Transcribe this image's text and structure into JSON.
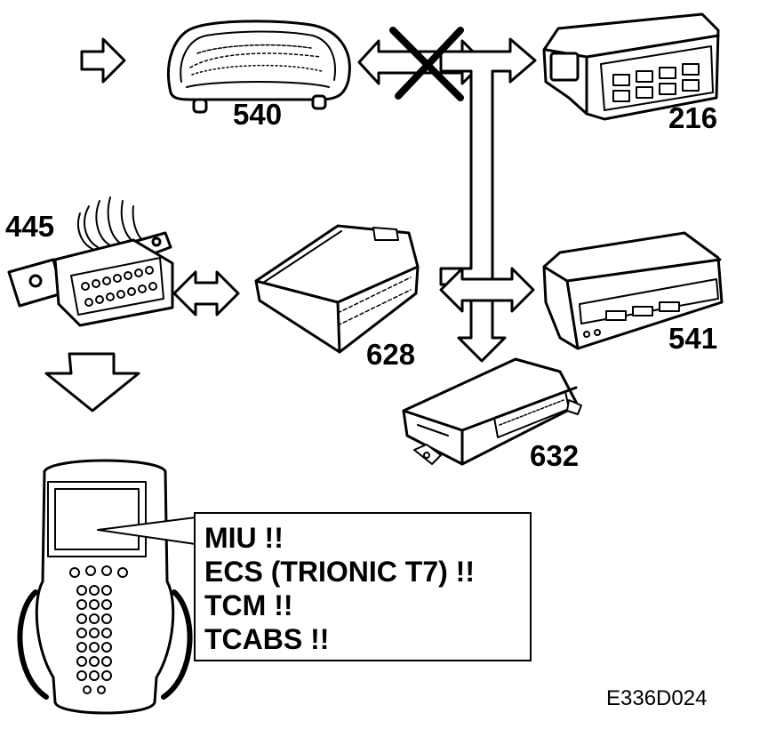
{
  "labels": {
    "instrument_cluster": "540",
    "acc_panel": "216",
    "dlc_connector": "445",
    "ecm": "628",
    "sid": "541",
    "tcm": "632"
  },
  "callout": {
    "lines": [
      "MIU !!",
      "ECS (TRIONIC T7) !!",
      "TCM !!",
      "TCABS !!"
    ]
  },
  "figure_ref": "E336D024"
}
